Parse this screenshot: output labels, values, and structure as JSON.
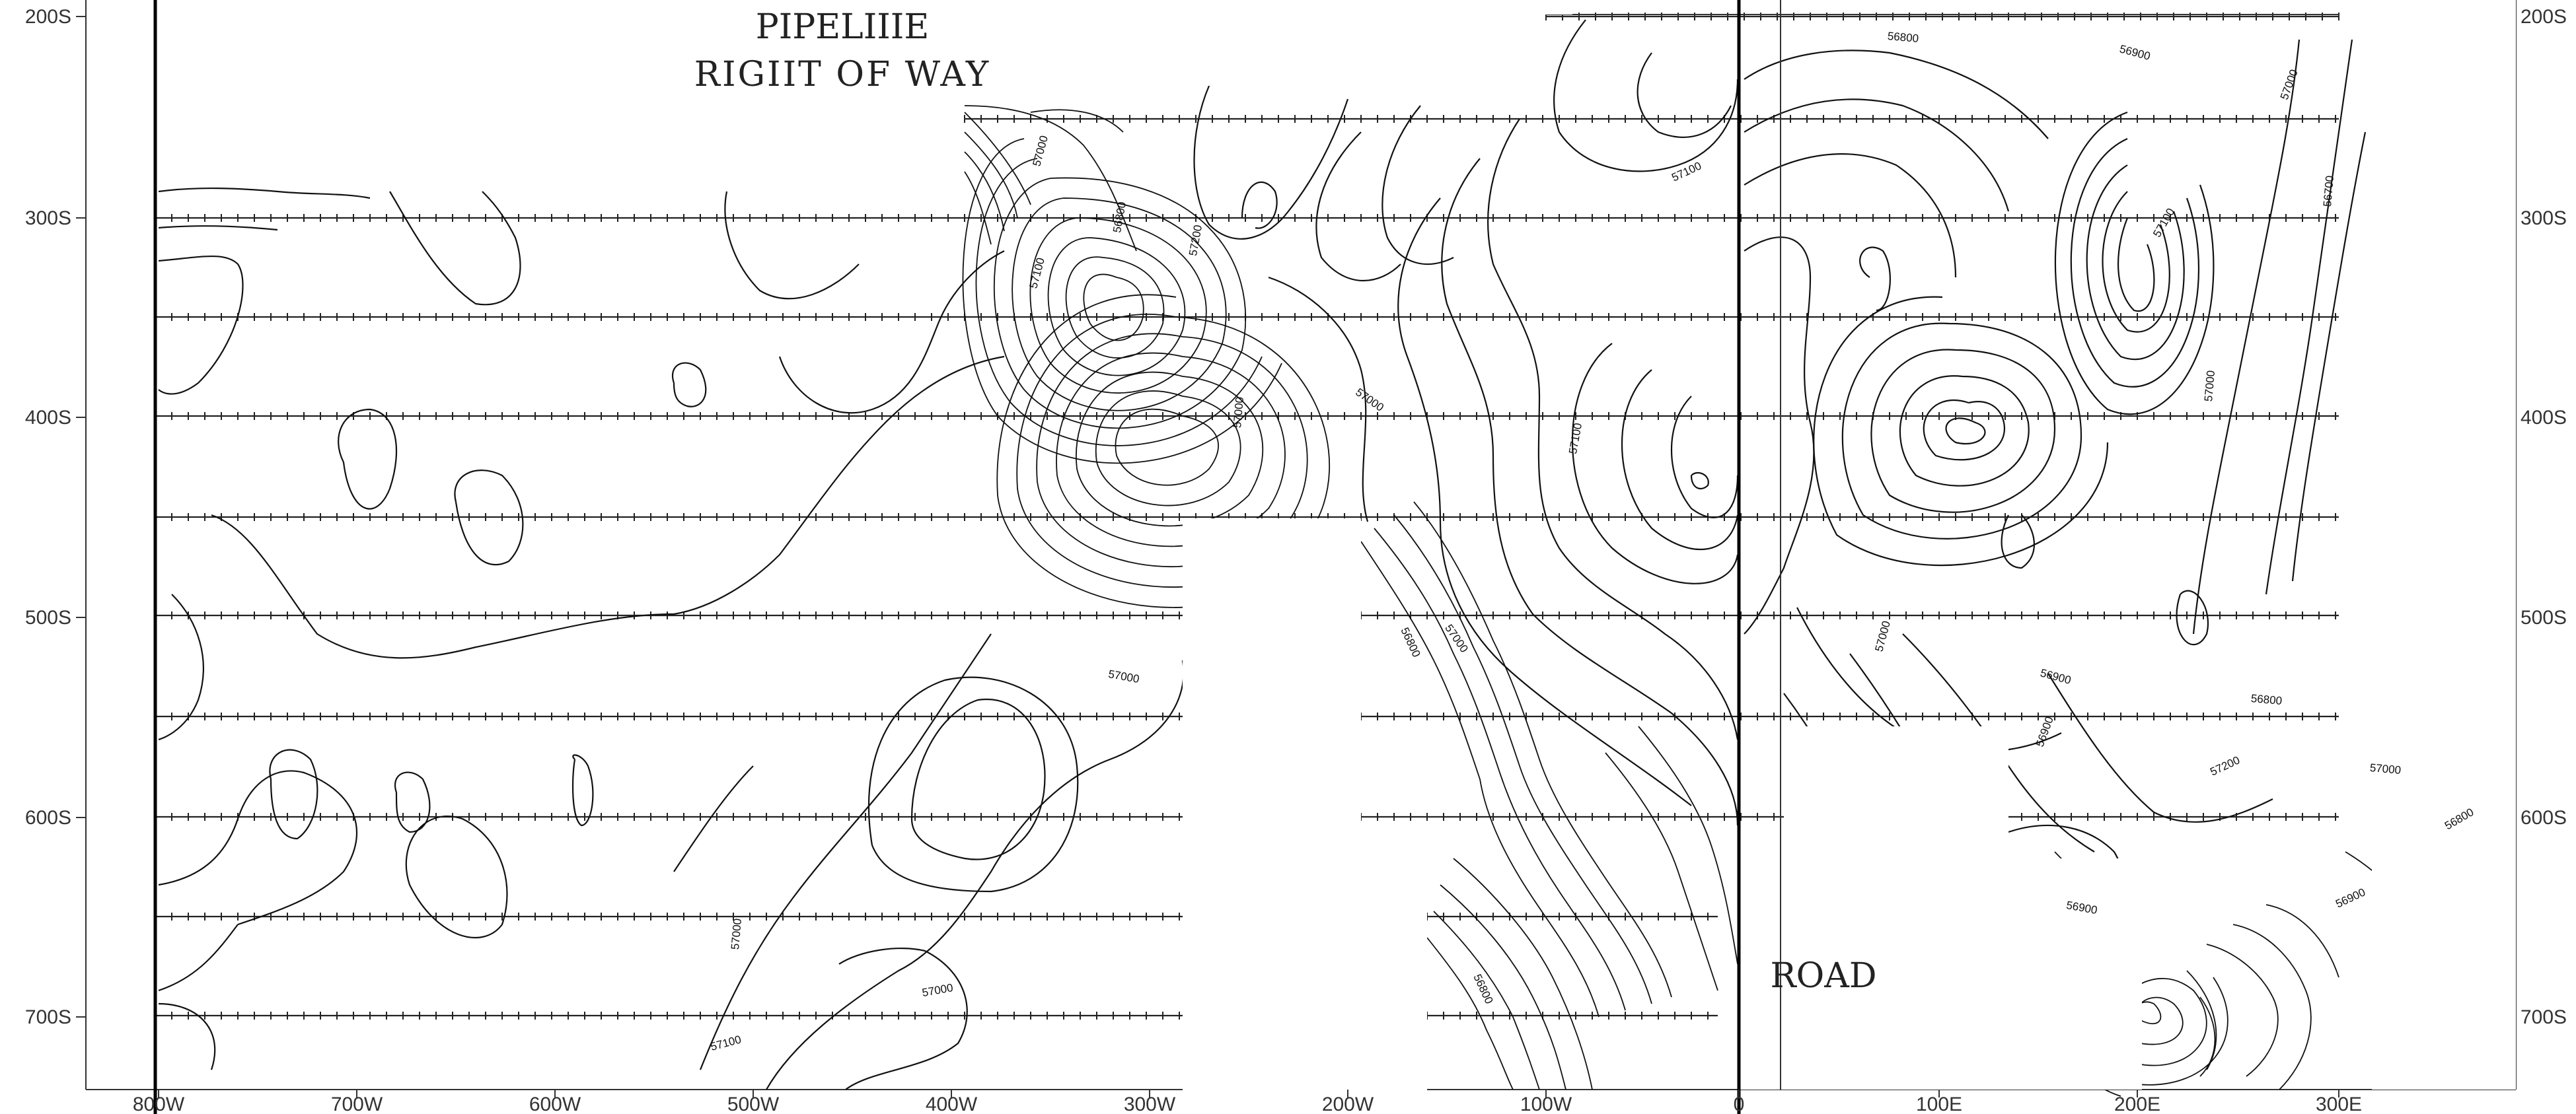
{
  "map": {
    "annotations": {
      "pipeline_line1": "PIPELIIIE",
      "pipeline_line2": "RIGIIT OF WAY",
      "road": "ROAD"
    },
    "y_axis_labels": [
      "200S",
      "300S",
      "400S",
      "500S",
      "600S",
      "700S"
    ],
    "x_axis_labels": [
      "800W",
      "700W",
      "600W",
      "500W",
      "400W",
      "300W",
      "200W",
      "100W",
      "0",
      "100E",
      "200E",
      "300E"
    ],
    "contour_labels": [
      "56800",
      "56900",
      "57000",
      "57100",
      "57000",
      "56800",
      "57100",
      "57200",
      "57000",
      "57000",
      "57000",
      "56800",
      "57000",
      "56900",
      "56800",
      "56700",
      "57100",
      "56900",
      "57000",
      "57100",
      "56900",
      "57000",
      "57000",
      "56800",
      "56900",
      "57200",
      "57000",
      "57100",
      "57000",
      "56800"
    ],
    "colors": {
      "ink": "#111111",
      "paper": "#ffffff"
    }
  }
}
